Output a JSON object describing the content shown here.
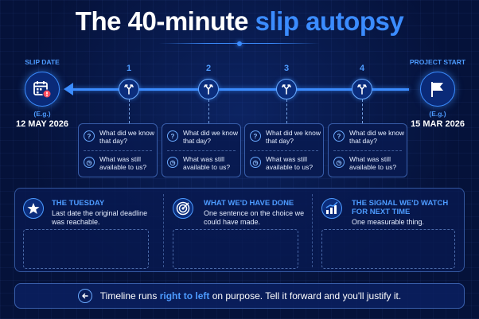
{
  "title": {
    "prefix": "The 40-minute ",
    "accent": "slip autopsy"
  },
  "start_point": {
    "label": "SLIP DATE",
    "eg": "(E.g.)",
    "date": "12 MAY 2026",
    "icon": "calendar-alert-icon"
  },
  "end_point": {
    "label": "PROJECT START",
    "eg": "(E.g.)",
    "date": "15 MAR 2026",
    "icon": "flag-icon"
  },
  "nodes": [
    {
      "number": "1",
      "q1": "What did we know that day?",
      "q2": "What was still available to us?"
    },
    {
      "number": "2",
      "q1": "What did we know that day?",
      "q2": "What was still available to us?"
    },
    {
      "number": "3",
      "q1": "What did we know that day?",
      "q2": "What was still available to us?"
    },
    {
      "number": "4",
      "q1": "What did we know that day?",
      "q2": "What was still available to us?"
    }
  ],
  "columns": [
    {
      "title": "THE TUESDAY",
      "body": "Last date the original deadline was reachable.",
      "icon": "star-icon"
    },
    {
      "title": "WHAT WE'D HAVE DONE",
      "body": "One sentence on the choice we could have made.",
      "icon": "target-icon"
    },
    {
      "title": "THE SIGNAL WE'D WATCH FOR NEXT TIME",
      "body": "One measurable thing.",
      "icon": "chart-icon"
    }
  ],
  "footer": {
    "before": "Timeline runs ",
    "highlight": "right to left",
    "after": " on purpose. Tell it forward and you'll justify it.",
    "icon": "arrow-left-circle-icon"
  },
  "colors": {
    "background": "#05123a",
    "accent": "#3b8cff",
    "text": "#ffffff"
  }
}
